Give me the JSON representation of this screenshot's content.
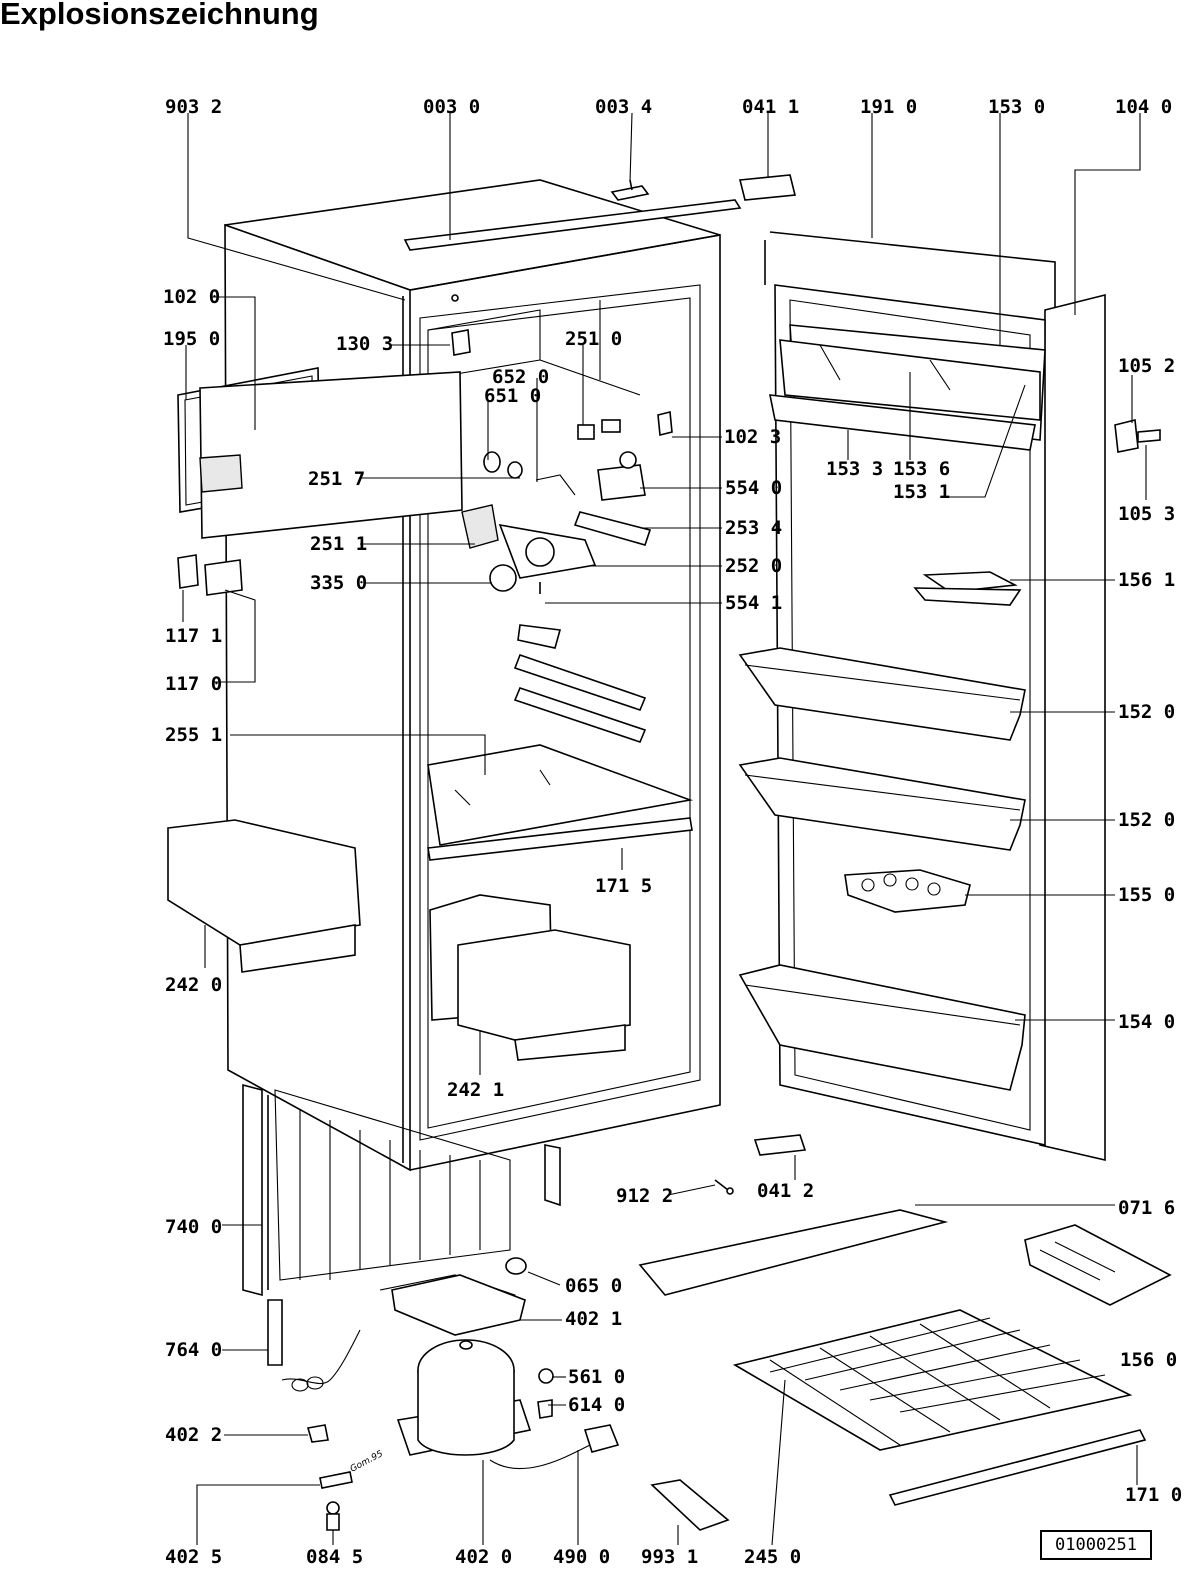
{
  "title": "Explosionszeichnung",
  "drawing_number": "01000251",
  "signature": "Gom.95",
  "labels": [
    "903 2",
    "003 0",
    "003 4",
    "041 1",
    "191 0",
    "153 0",
    "104 0",
    "102 0",
    "195 0",
    "130 3",
    "251 0",
    "652 0",
    "651 0",
    "102 3",
    "105 2",
    "105 3",
    "251 7",
    "554 0",
    "153 3",
    "153 6",
    "153 1",
    "251 1",
    "253 4",
    "252 0",
    "335 0",
    "554 1",
    "156 1",
    "117 1",
    "117 0",
    "152 0",
    "255 1",
    "152 0",
    "171 5",
    "155 0",
    "242 0",
    "154 0",
    "242 1",
    "912 2",
    "041 2",
    "071 6",
    "740 0",
    "065 0",
    "402 1",
    "156 0",
    "764 0",
    "561 0",
    "614 0",
    "402 2",
    "171 0",
    "402 5",
    "084 5",
    "402 0",
    "490 0",
    "993 1",
    "245 0"
  ]
}
